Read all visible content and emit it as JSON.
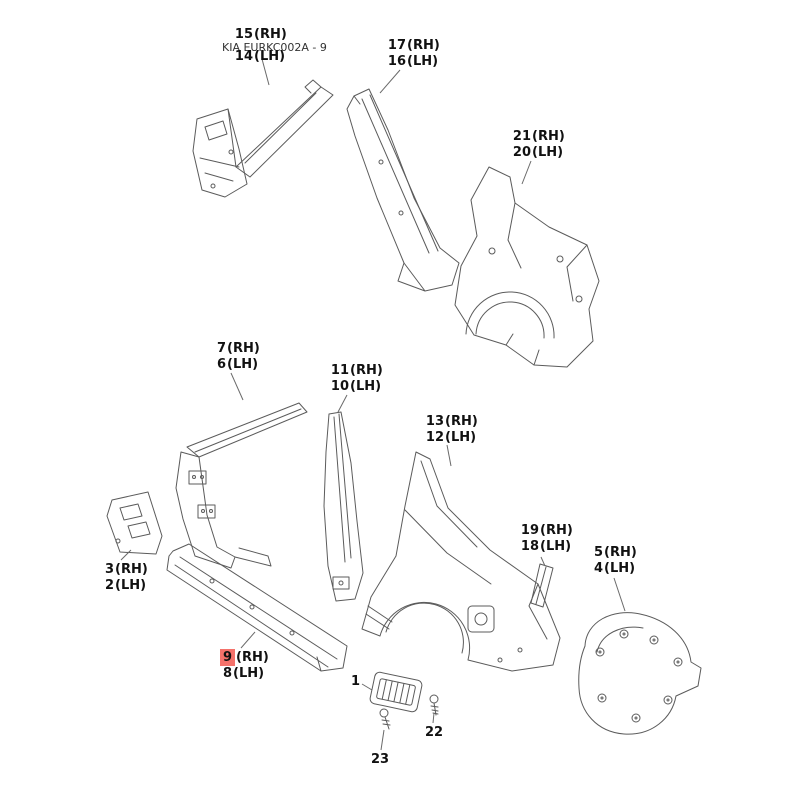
{
  "header": {
    "diagram_code": "KIA EURKC002A - 9"
  },
  "highlight": {
    "color": "#f4726b",
    "highlighted_part": "9"
  },
  "labels": {
    "p15_14": {
      "rh_num": "15",
      "rh_side": "(RH)",
      "lh_num": "14",
      "lh_side": "(LH)"
    },
    "p17_16": {
      "rh_num": "17",
      "rh_side": "(RH)",
      "lh_num": "16",
      "lh_side": "(LH)"
    },
    "p21_20": {
      "rh_num": "21",
      "rh_side": "(RH)",
      "lh_num": "20",
      "lh_side": "(LH)"
    },
    "p7_6": {
      "rh_num": "7",
      "rh_side": "(RH)",
      "lh_num": "6",
      "lh_side": "(LH)"
    },
    "p11_10": {
      "rh_num": "11",
      "rh_side": "(RH)",
      "lh_num": "10",
      "lh_side": "(LH)"
    },
    "p13_12": {
      "rh_num": "13",
      "rh_side": "(RH)",
      "lh_num": "12",
      "lh_side": "(LH)"
    },
    "p3_2": {
      "rh_num": "3",
      "rh_side": "(RH)",
      "lh_num": "2",
      "lh_side": "(LH)"
    },
    "p19_18": {
      "rh_num": "19",
      "rh_side": "(RH)",
      "lh_num": "18",
      "lh_side": "(LH)"
    },
    "p5_4": {
      "rh_num": "5",
      "rh_side": "(RH)",
      "lh_num": "4",
      "lh_side": "(LH)"
    },
    "p9_8": {
      "rh_num": "9",
      "rh_side": "(RH)",
      "lh_num": "8",
      "lh_side": "(LH)"
    },
    "p1": {
      "num": "1"
    },
    "p22": {
      "num": "22"
    },
    "p23": {
      "num": "23"
    }
  }
}
